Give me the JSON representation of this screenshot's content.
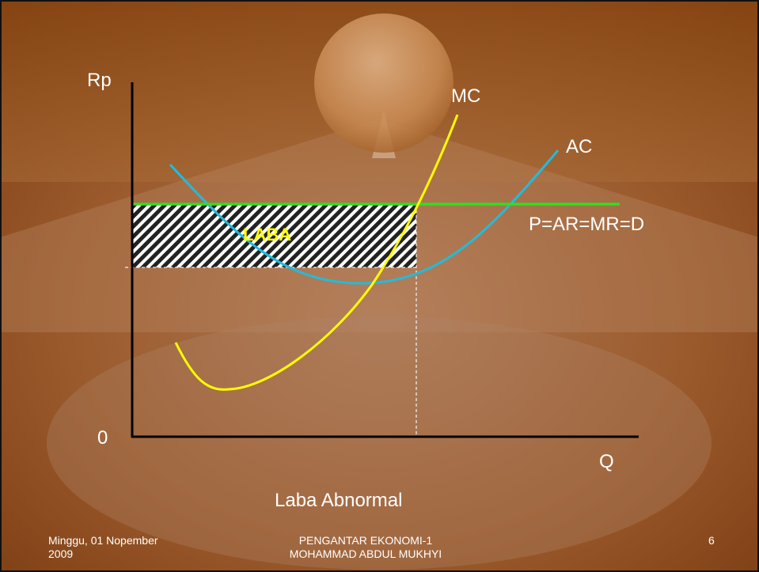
{
  "diagram": {
    "y_axis_label": "Rp",
    "x_axis_label": "Q",
    "origin_label": "0",
    "mc_label": "MC",
    "ac_label": "AC",
    "price_line_label": "P=AR=MR=D",
    "profit_area_label": "LABA"
  },
  "slide": {
    "title": "Laba Abnormal",
    "footer_date_line1": "Minggu, 01 Nopember",
    "footer_date_line2": "2009",
    "footer_course_line1": "PENGANTAR EKONOMI-1",
    "footer_course_line2": "MOHAMMAD ABDUL MUKHYI",
    "page_number": "6"
  },
  "colors": {
    "background": "#8a4e22",
    "price_line": "#33dd22",
    "mc_curve": "#ffff00",
    "ac_curve": "#22bbdd",
    "axes": "#000000",
    "profit_label": "#ffff00"
  }
}
